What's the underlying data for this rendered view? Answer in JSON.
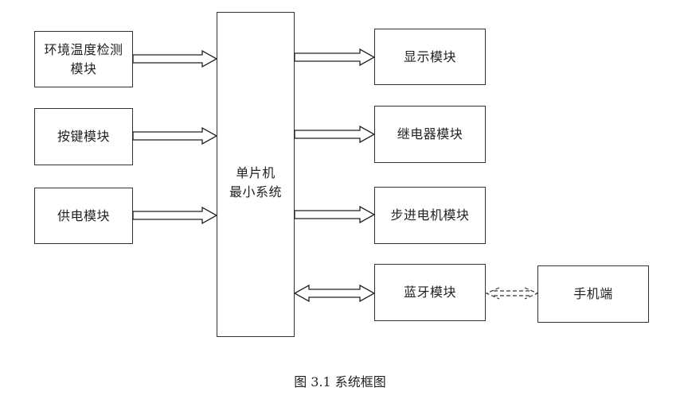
{
  "diagram": {
    "mcu": {
      "line1": "单片机",
      "line2": "最小系统"
    },
    "inputs": [
      {
        "line1": "环境温度检测",
        "line2": "模块"
      },
      {
        "line1": "按键模块"
      },
      {
        "line1": "供电模块"
      }
    ],
    "outputs": [
      {
        "label": "显示模块"
      },
      {
        "label": "继电器模块"
      },
      {
        "label": "步进电机模块"
      },
      {
        "label": "蓝牙模块"
      }
    ],
    "phone": {
      "label": "手机端"
    },
    "connections": [
      {
        "from": "环境温度检测模块",
        "to": "单片机最小系统",
        "type": "hollow-arrow"
      },
      {
        "from": "按键模块",
        "to": "单片机最小系统",
        "type": "hollow-arrow"
      },
      {
        "from": "供电模块",
        "to": "单片机最小系统",
        "type": "hollow-arrow"
      },
      {
        "from": "单片机最小系统",
        "to": "显示模块",
        "type": "hollow-arrow"
      },
      {
        "from": "单片机最小系统",
        "to": "继电器模块",
        "type": "hollow-arrow"
      },
      {
        "from": "单片机最小系统",
        "to": "步进电机模块",
        "type": "hollow-arrow"
      },
      {
        "from": "单片机最小系统",
        "to": "蓝牙模块",
        "type": "hollow-double-arrow"
      },
      {
        "from": "蓝牙模块",
        "to": "手机端",
        "type": "dashed-double-arrow"
      }
    ]
  },
  "caption": "图 3.1  系统框图"
}
